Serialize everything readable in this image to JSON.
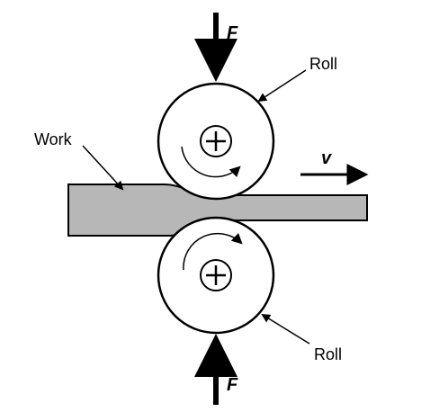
{
  "diagram": {
    "labels": {
      "force_top": "F",
      "force_bottom": "F",
      "roll_top": "Roll",
      "roll_bottom": "Roll",
      "work": "Work",
      "velocity": "v"
    },
    "colors": {
      "ink": "#000000",
      "work_fill": "#b7b7b7",
      "roll_fill": "#ffffff",
      "background": "#ffffff"
    },
    "icons": {
      "roll_center": "plus-in-circle-icon",
      "rotation": "curved-arrow-icon",
      "force": "arrow-icon"
    }
  }
}
